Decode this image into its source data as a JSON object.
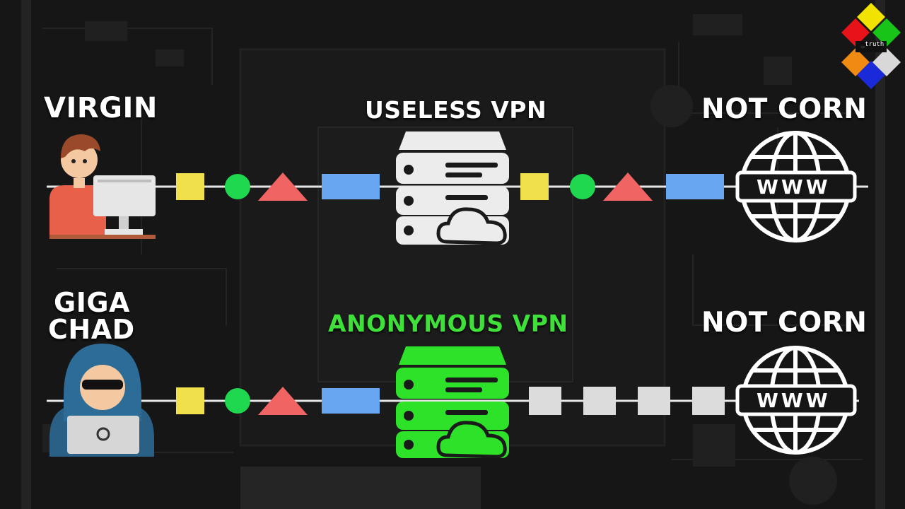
{
  "rows": [
    {
      "user_label": "VIRGIN",
      "server_label": "USELESS VPN",
      "destination_label": "NOT CORN",
      "globe_text": "WWW",
      "server_color": "#ececec",
      "label_color": "#ffffff"
    },
    {
      "user_label": "GIGA CHAD",
      "user_label_line1": "GIGA",
      "user_label_line2": "CHAD",
      "server_label": "ANONYMOUS VPN",
      "destination_label": "NOT CORN",
      "globe_text": "WWW",
      "server_color": "#2ee22a",
      "label_color": "#3fe03a"
    }
  ],
  "logo": {
    "text": "_truth",
    "colors": [
      "#f2e200",
      "#e8131a",
      "#18c418",
      "#f08a10",
      "#d8d8d8",
      "#1a2ad8"
    ]
  },
  "packet_colors": {
    "square": "#f0e04a",
    "circle": "#20d850",
    "triangle": "#f06464",
    "rect": "#68a6f0",
    "encrypted": "#dcdcdc"
  }
}
